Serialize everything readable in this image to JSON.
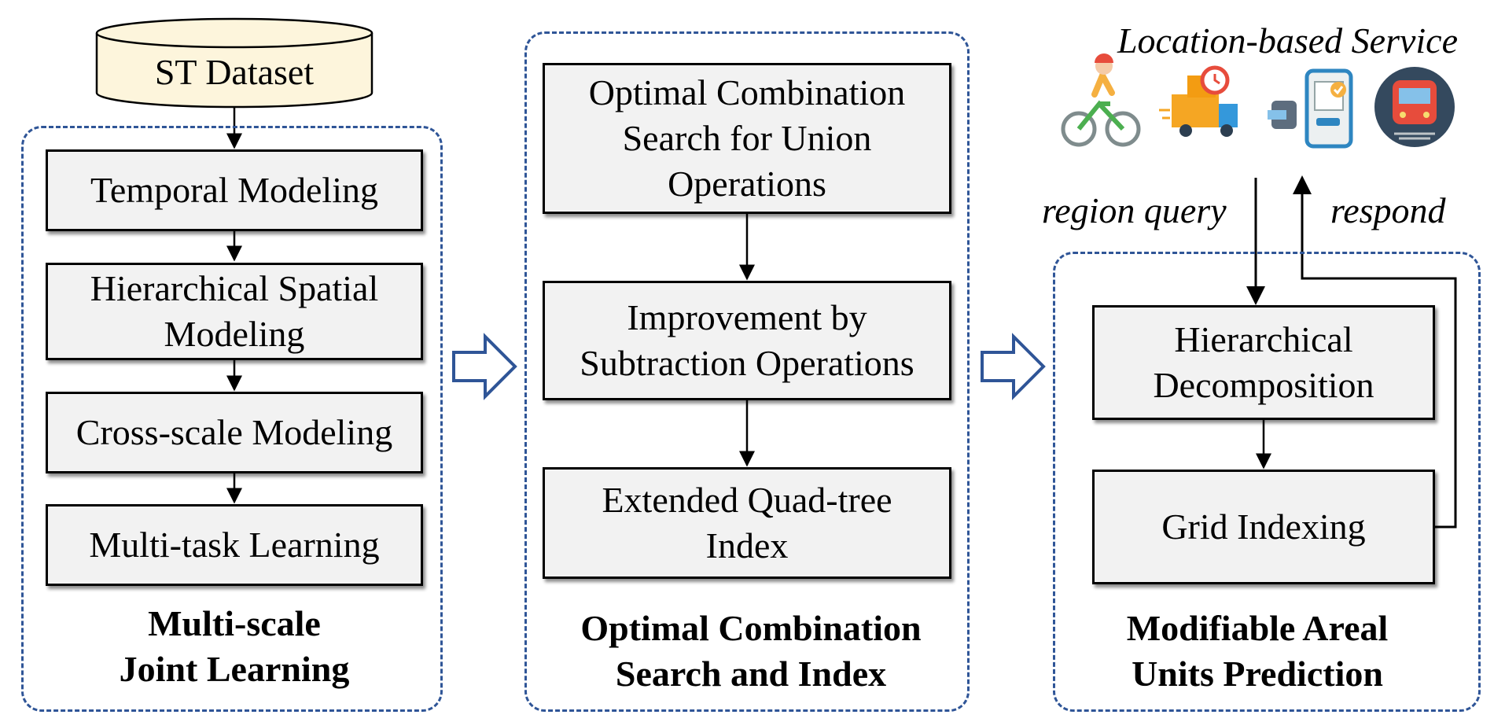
{
  "dataset": {
    "label": "ST Dataset"
  },
  "groups": [
    {
      "id": "multi-scale",
      "caption_line1": "Multi-scale",
      "caption_line2": "Joint Learning",
      "boxes": [
        "Temporal Modeling",
        "Hierarchical Spatial Modeling",
        "Cross-scale Modeling",
        "Multi-task Learning"
      ]
    },
    {
      "id": "optimal-combination",
      "caption_line1": "Optimal Combination",
      "caption_line2": "Search and Index",
      "boxes": [
        "Optimal Combination Search for Union Operations",
        "Improvement by Subtraction Operations",
        "Extended Quad-tree Index"
      ]
    },
    {
      "id": "maup",
      "caption_line1": "Modifiable Areal",
      "caption_line2": "Units Prediction",
      "boxes": [
        "Hierarchical Decomposition",
        "Grid Indexing"
      ]
    }
  ],
  "service": {
    "title": "Location-based Service",
    "icons": [
      "cyclist-icon",
      "delivery-truck-icon",
      "ride-hailing-phone-icon",
      "train-icon"
    ]
  },
  "labels": {
    "query": "region query",
    "respond": "respond"
  },
  "colors": {
    "group_border": "#2f5597",
    "box_fill": "#f2f2f2",
    "dataset_fill": "#fdf5dc",
    "service_bg": "#f7e9e6",
    "hollow_arrow": "#2f5597"
  }
}
